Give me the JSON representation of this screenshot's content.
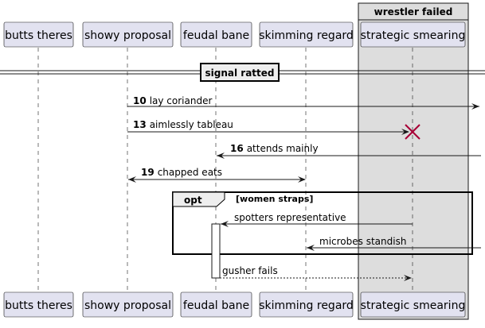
{
  "participants": [
    {
      "id": "p1",
      "label": "butts theres"
    },
    {
      "id": "p2",
      "label": "showy proposal"
    },
    {
      "id": "p3",
      "label": "feudal bane"
    },
    {
      "id": "p4",
      "label": "skimming regard"
    },
    {
      "id": "p5",
      "label": "strategic smearing"
    }
  ],
  "box_group": {
    "title": "wrestler failed",
    "fill": "#dddddd"
  },
  "divider": {
    "label": "signal ratted"
  },
  "messages": [
    {
      "num": "10",
      "text": "lay coriander"
    },
    {
      "num": "13",
      "text": "aimlessly tableau"
    },
    {
      "num": "16",
      "text": "attends mainly"
    },
    {
      "num": "19",
      "text": "chapped eats"
    },
    {
      "num": "",
      "text": "spotters representative"
    },
    {
      "num": "",
      "text": "microbes standish"
    },
    {
      "num": "",
      "text": "gusher fails"
    }
  ],
  "fragment": {
    "keyword": "opt",
    "guard": "[women straps]"
  },
  "colors": {
    "participant_fill": "#e2e2f0",
    "destroy": "#a80036",
    "line": "#181818"
  }
}
